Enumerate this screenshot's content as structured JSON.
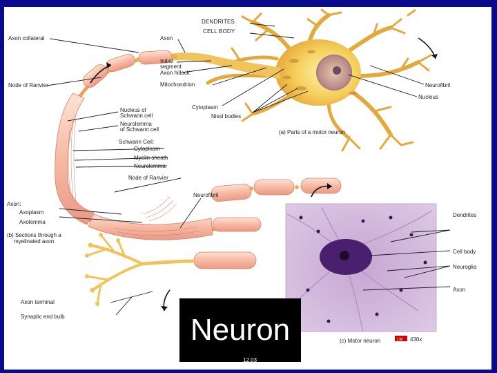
{
  "title": "Neuron",
  "figure_number": "12.03",
  "labels": {
    "dendrites": "DENDRITES",
    "cell_body": "CELL BODY",
    "axon_collateral": "Axon collateral",
    "axon": "Axon",
    "initial_segment_1": "Initial",
    "initial_segment_2": "segment",
    "axon_hillock": "Axon hillock",
    "mitochondrion": "Mitochondrion",
    "node_of_ranvier": "Node of Ranvier",
    "nucleus_schwann_1": "Nucleus of",
    "nucleus_schwann_2": "Schwann cell",
    "neurolemma_schwann_1": "Neurolemma",
    "neurolemma_schwann_2": "of Schwann cell",
    "schwann_cell": "Schwann Cell:",
    "cytoplasm_schwann": "Cytoplasm",
    "myelin_sheath": "Myelin sheath",
    "neurolemma": "Neurolemma",
    "node_of_ranvier_2": "Node of Ranvier",
    "axon_parts": "Axon:",
    "axoplasm": "Axoplasm",
    "axolemma": "Axolemma",
    "caption_b_1": "(b) Sections through a",
    "caption_b_2": "myelinated axon",
    "axon_terminal": "Axon terminal",
    "synaptic_end_bulb": "Synaptic end bulb",
    "cytoplasm": "Cytoplasm",
    "nissl_bodies": "Nissl bodies",
    "neurofibril_top": "Neurofibril",
    "nucleus": "Nucleus",
    "caption_a": "(a) Parts of a motor neuron",
    "neurofibril_mid": "Neurofibril",
    "dendrites_micro": "Dendrites",
    "cell_body_micro": "Cell body",
    "neuroglia": "Neuroglia",
    "axon_micro": "Axon",
    "caption_c": "(c) Motor neuron",
    "lm_badge": "LM",
    "magnification": "430x"
  }
}
